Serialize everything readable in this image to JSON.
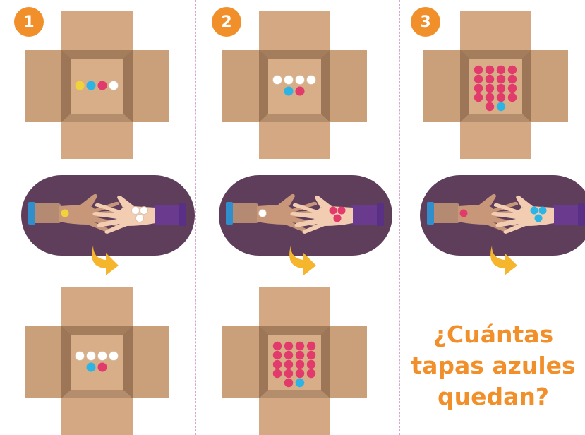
{
  "steps": [
    {
      "number": "1"
    },
    {
      "number": "2"
    },
    {
      "number": "3"
    }
  ],
  "question": {
    "line1": "¿Cuántas",
    "line2": "tapas azules",
    "line3": "quedan?"
  },
  "colors": {
    "accent": "#f1902b",
    "cardboard": "#c9a079",
    "pill": "#5e3e5b",
    "cap_red": "#e23a6b",
    "cap_blue": "#2cb5e4",
    "cap_yellow": "#f0d23a",
    "cap_white": "#ffffff"
  },
  "boxes": {
    "step1_top": [
      "yellow",
      "blue",
      "red",
      "white"
    ],
    "step1_bottom": [
      "white",
      "white",
      "white",
      "white",
      "blue",
      "red"
    ],
    "step2_top": [
      "white",
      "white",
      "white",
      "white",
      "blue",
      "red"
    ],
    "step2_bottom": "red grid with one blue",
    "step3_top": "red grid with one blue"
  },
  "exchanges": {
    "step1": {
      "give": [
        "yellow"
      ],
      "receive": [
        "white",
        "white",
        "white"
      ]
    },
    "step2": {
      "give": [
        "white"
      ],
      "receive": [
        "red",
        "red",
        "red"
      ]
    },
    "step3": {
      "give": [
        "red"
      ],
      "receive": [
        "blue",
        "blue",
        "blue"
      ]
    }
  }
}
